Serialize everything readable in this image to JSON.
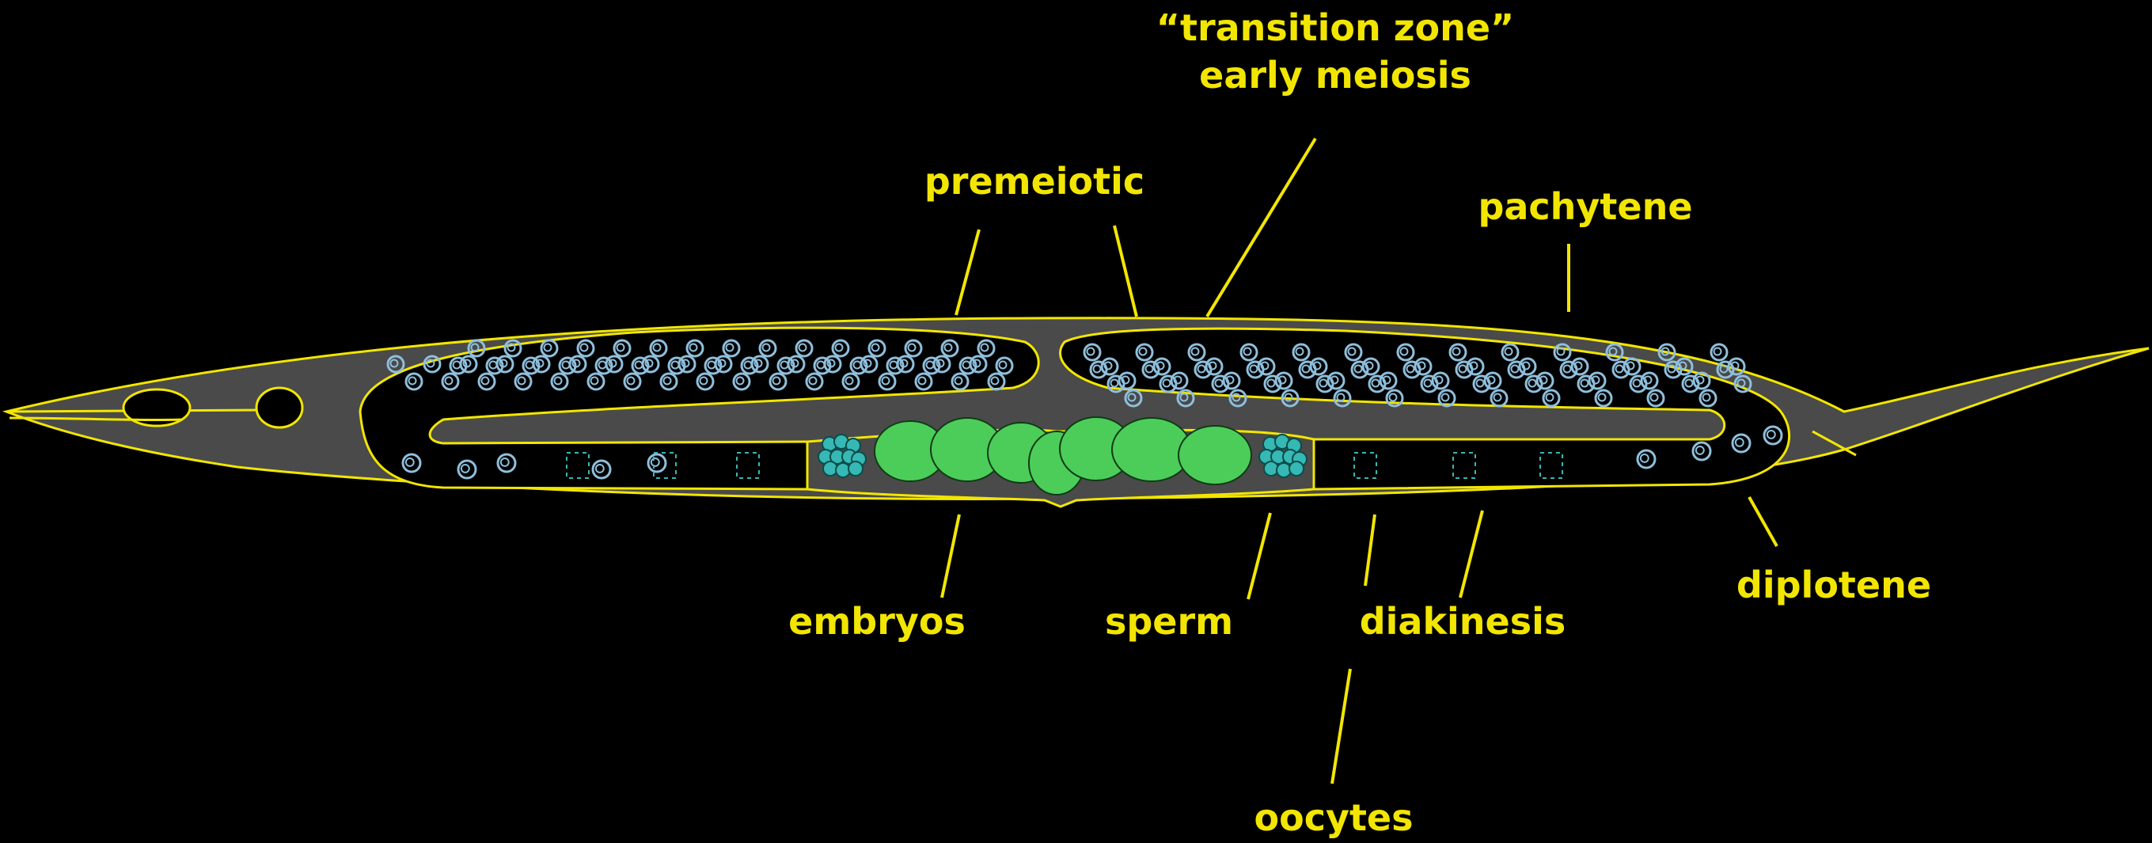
{
  "labels": {
    "transition_zone": "“transition zone”",
    "early_meiosis": "early meiosis",
    "premeiotic": "premeiotic",
    "pachytene": "pachytene",
    "embryos": "embryos",
    "sperm": "sperm",
    "diakinesis": "diakinesis",
    "diplotene": "diplotene",
    "oocytes": "oocytes"
  },
  "colors": {
    "background": "#000000",
    "body_fill": "#4a4a4a",
    "outline": "#f2e600",
    "label_text": "#f2e600",
    "nucleus": "#8fbfdc",
    "sperm": "#36b8b4",
    "embryo": "#4ccd5a"
  }
}
